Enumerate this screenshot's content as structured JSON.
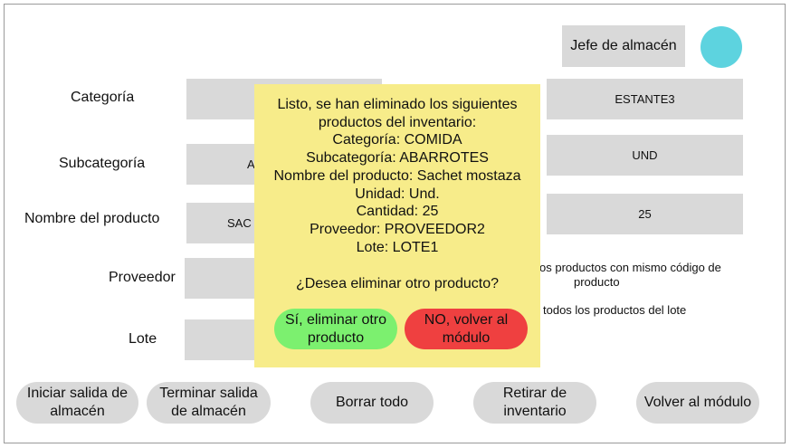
{
  "header": {
    "role_label": "Jefe de almacén",
    "avatar_color": "#5dd3df"
  },
  "form": {
    "categoria_label": "Categoría",
    "subcategoria_label": "Subcategoría",
    "nombre_label": "Nombre del producto",
    "proveedor_label": "Proveedor",
    "lote_label": "Lote",
    "subcategoria_value_partial": "A",
    "nombre_value_partial": "SAC"
  },
  "right_fields": {
    "estante": "ESTANTE3",
    "unidad": "UND",
    "cantidad": "25"
  },
  "options": {
    "mismo_codigo_line1": "os productos con mismo código de",
    "mismo_codigo_line2": "producto",
    "todo_lote": "todos los productos del lote"
  },
  "bottom_buttons": {
    "iniciar_line1": "Iniciar salida de",
    "iniciar_line2": "almacén",
    "terminar_line1": "Terminar salida",
    "terminar_line2": "de almacén",
    "borrar": "Borrar todo",
    "retirar_line1": "Retirar de",
    "retirar_line2": "inventario",
    "volver": "Volver al módulo"
  },
  "modal": {
    "bg_color": "#f7ec8a",
    "lines": [
      "Listo, se han eliminado los siguientes",
      "productos del inventario:",
      "Categoría: COMIDA",
      "Subcategoría: ABARROTES",
      "Nombre del producto: Sachet mostaza",
      "Unidad: Und.",
      "Cantidad: 25",
      "Proveedor: PROVEEDOR2",
      "Lote: LOTE1"
    ],
    "question": "¿Desea eliminar otro producto?",
    "yes_line1": "Sí, eliminar otro",
    "yes_line2": "producto",
    "yes_color": "#7cf06f",
    "no_line1": "NO, volver al",
    "no_line2": "módulo",
    "no_color": "#ef4040"
  }
}
